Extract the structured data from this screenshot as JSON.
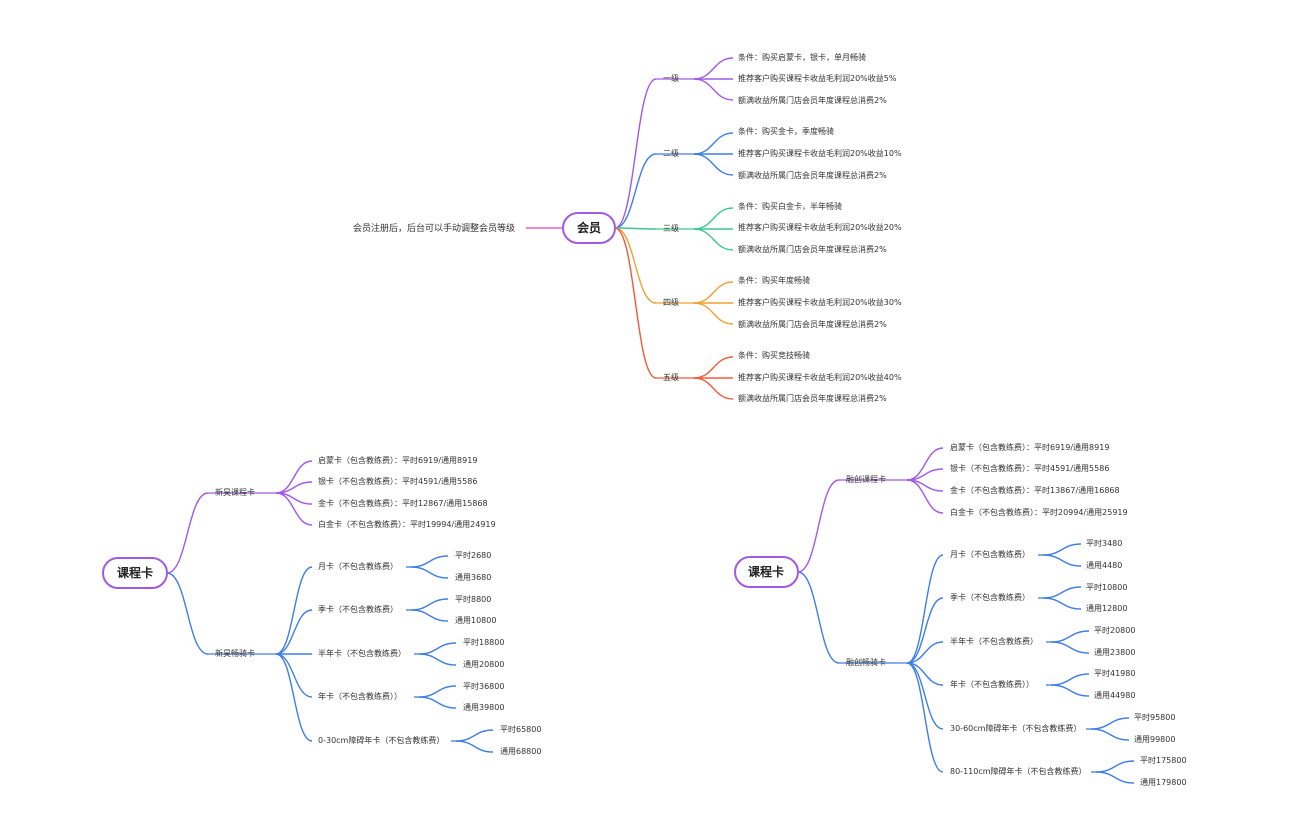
{
  "colors": {
    "purple": "#a259e6",
    "blue": "#3f7ee8",
    "green": "#3bc98e",
    "orange": "#f0a030",
    "red": "#ef5a3c",
    "pink": "#e661c8"
  },
  "member": {
    "title": "会员",
    "note": "会员注册后，后台可以手动调整会员等级",
    "levels": [
      {
        "label": "一级",
        "items": [
          "条件：购买启蒙卡，银卡，单月畅骑",
          "推荐客户购买课程卡收益毛利润20%收益5%",
          "额满收益所属门店会员年度课程总消费2%"
        ]
      },
      {
        "label": "二级",
        "items": [
          "条件：购买金卡，季度畅骑",
          "推荐客户购买课程卡收益毛利润20%收益10%",
          "额满收益所属门店会员年度课程总消费2%"
        ]
      },
      {
        "label": "三级",
        "items": [
          "条件：购买白金卡，半年畅骑",
          "推荐客户购买课程卡收益毛利润20%收益20%",
          "额满收益所属门店会员年度课程总消费2%"
        ]
      },
      {
        "label": "四级",
        "items": [
          "条件：购买年度畅骑",
          "推荐客户购买课程卡收益毛利润20%收益30%",
          "额满收益所属门店会员年度课程总消费2%"
        ]
      },
      {
        "label": "五级",
        "items": [
          "条件：购买竞技畅骑",
          "推荐客户购买课程卡收益毛利润20%收益40%",
          "额满收益所属门店会员年度课程总消费2%"
        ]
      }
    ]
  },
  "left_cards": {
    "title": "课程卡",
    "course": {
      "label": "新昊课程卡",
      "items": [
        "启蒙卡（包含教练费）：平时6919/通用8919",
        "银卡（不包含教练费）：平时4591/通用5586",
        "金卡（不包含教练费）：平时12867/通用15868",
        "白金卡（不包含教练费）：平时19994/通用24919"
      ]
    },
    "ride": {
      "label": "新昊畅骑卡",
      "items": [
        {
          "label": "月卡（不包含教练费）",
          "prices": [
            "平时2680",
            "通用3680"
          ]
        },
        {
          "label": "季卡（不包含教练费）",
          "prices": [
            "平时8800",
            "通用10800"
          ]
        },
        {
          "label": "半年卡（不包含教练费）",
          "prices": [
            "平时18800",
            "通用20800"
          ]
        },
        {
          "label": "年卡（不包含教练费））",
          "prices": [
            "平时36800",
            "通用39800"
          ]
        },
        {
          "label": "0-30cm障碍年卡（不包含教练费）",
          "prices": [
            "平时65800",
            "通用68800"
          ]
        }
      ]
    }
  },
  "right_cards": {
    "title": "课程卡",
    "course": {
      "label": "融创课程卡",
      "items": [
        "启蒙卡（包含教练费）：平时6919/通用8919",
        "银卡（不包含教练费）：平时4591/通用5586",
        "金卡（不包含教练费）：平时13867/通用16868",
        "白金卡（不包含教练费）：平时20994/通用25919"
      ]
    },
    "ride": {
      "label": "融创畅骑卡",
      "items": [
        {
          "label": "月卡（不包含教练费）",
          "prices": [
            "平时3480",
            "通用4480"
          ]
        },
        {
          "label": "季卡（不包含教练费）",
          "prices": [
            "平时10800",
            "通用12800"
          ]
        },
        {
          "label": "半年卡（不包含教练费）",
          "prices": [
            "平时20800",
            "通用23800"
          ]
        },
        {
          "label": "年卡（不包含教练费））",
          "prices": [
            "平时41980",
            "通用44980"
          ]
        },
        {
          "label": "30-60cm障碍年卡（不包含教练费）",
          "prices": [
            "平时95800",
            "通用99800"
          ]
        },
        {
          "label": "80-110cm障碍年卡（不包含教练费）",
          "prices": [
            "平时175800",
            "通用179800"
          ]
        }
      ]
    }
  }
}
